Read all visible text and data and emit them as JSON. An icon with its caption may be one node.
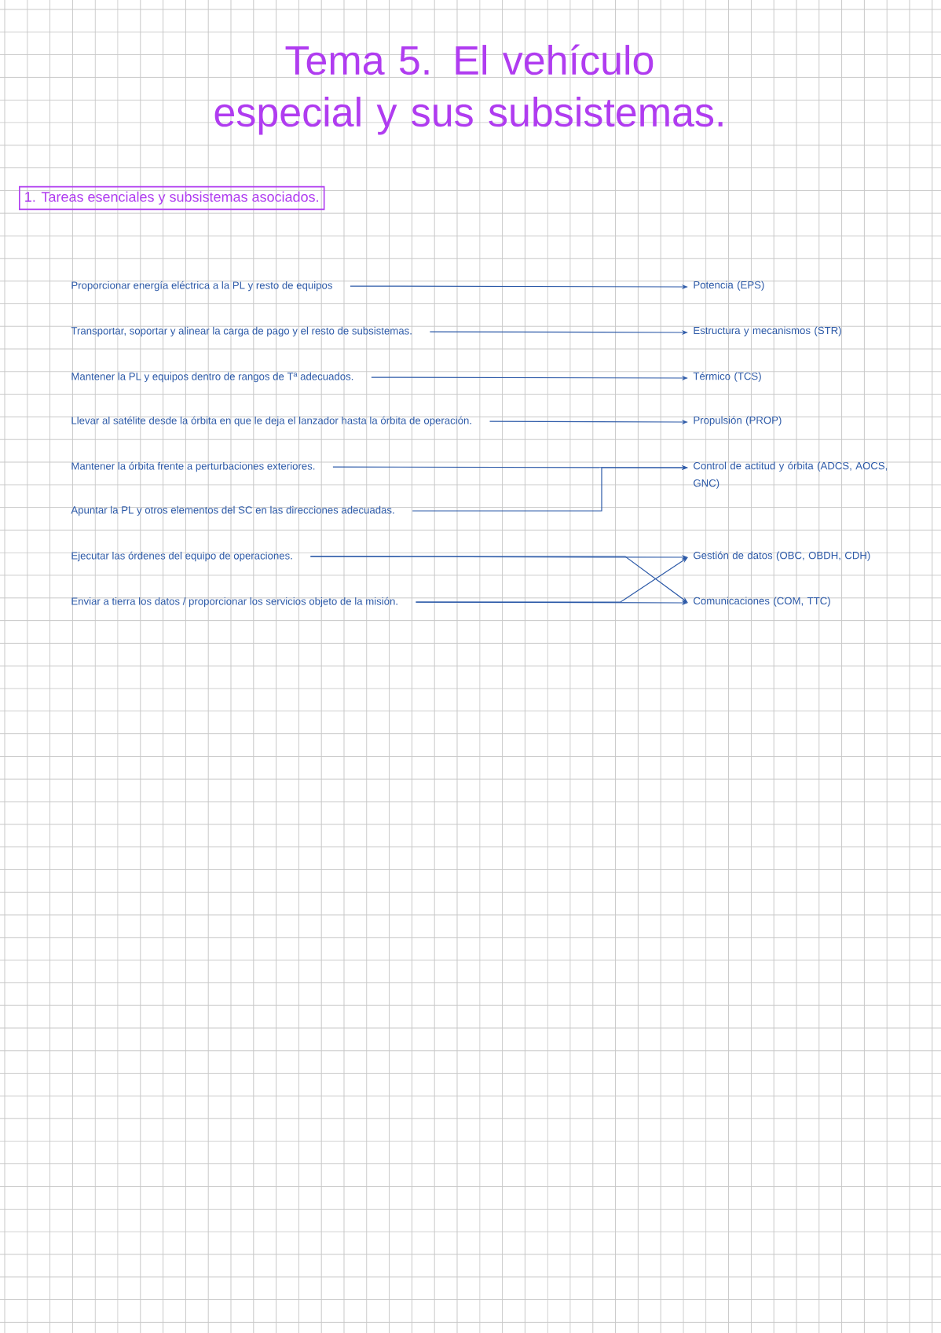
{
  "diagram": {
    "title": "Tema 5. El vehículo especial y sus subsistemas.",
    "nodes": [
      {
        "text": [
          "1. Tareas esenciales y subsistemas asociados."
        ]
      },
      {
        "text": [
          "Proporcionar energía eléctrica a la PL y resto de equipos"
        ]
      },
      {
        "text": [
          "Transportar, soportar y alinear la carga de pago y el resto de subsistemas."
        ]
      },
      {
        "text": [
          "Mantener la PL y equipos dentro de rangos de Tª adecuados."
        ]
      },
      {
        "text": [
          "Llevar al satélite desde la órbita en que le deja el lanzador hasta la órbita de operación."
        ]
      },
      {
        "text": [
          "Mantener la órbita frente a perturbaciones exteriores."
        ]
      },
      {
        "text": [
          "Apuntar la PL y otros elementos del SC en las direcciones adecuadas."
        ]
      },
      {
        "text": [
          "Ejecutar las órdenes del equipo de operaciones."
        ]
      },
      {
        "text": [
          "Enviar a tierra los datos / proporcionar los servicios objeto de la misión."
        ]
      },
      {
        "text": [
          "Potencia (EPS)"
        ]
      },
      {
        "text": [
          "Estructura y mecanismos (STR)"
        ]
      },
      {
        "text": [
          "Térmico (TCS)"
        ]
      },
      {
        "text": [
          "Propulsión (PROP)"
        ]
      },
      {
        "text": [
          "Control de actitud y órbita (ADCS, AOCS, GNC)"
        ]
      },
      {
        "text": [
          "Gestión de datos (OBC, OBDH, CDH)"
        ]
      },
      {
        "text": [
          "Comunicaciones (COM, TTC)"
        ]
      }
    ],
    "edges": [
      {
        "from": 1,
        "to": 9,
        "arrow": "to"
      },
      {
        "from": 2,
        "to": 10,
        "arrow": "to"
      },
      {
        "from": 3,
        "to": 11,
        "arrow": "to"
      },
      {
        "from": 4,
        "to": 12,
        "arrow": "to"
      },
      {
        "from": 5,
        "to": 13,
        "arrow": "to"
      },
      {
        "from": 6,
        "to": 13,
        "arrow": "to"
      },
      {
        "from": 7,
        "to": 14,
        "arrow": "to"
      },
      {
        "from": 7,
        "to": 15,
        "arrow": "to"
      },
      {
        "from": 8,
        "to": 15,
        "arrow": "to"
      },
      {
        "from": 8,
        "to": 14,
        "arrow": "to"
      }
    ]
  }
}
